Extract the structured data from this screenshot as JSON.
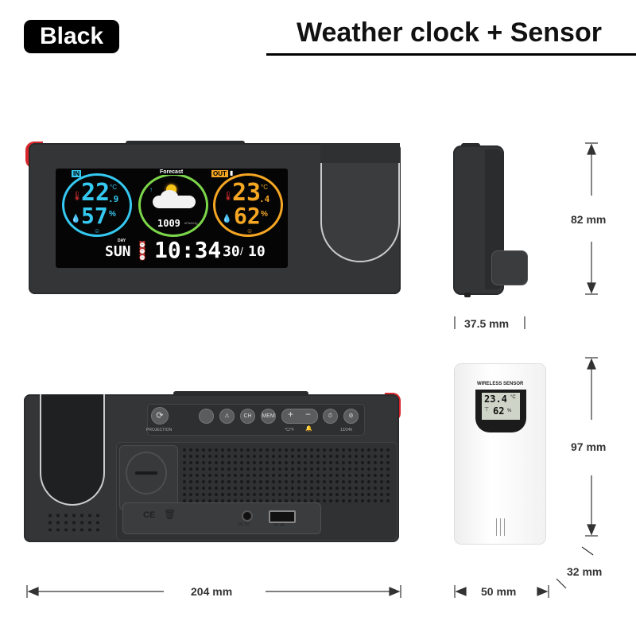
{
  "header": {
    "color_label": "Black",
    "product_title": "Weather clock + Sensor"
  },
  "display": {
    "in_label": "IN",
    "in_temp": "22",
    "in_temp_dec": ".9",
    "in_temp_unit": "°C",
    "in_hum": "57",
    "in_hum_unit": "%",
    "forecast_label": "Forecast",
    "pressure": "1009",
    "pressure_unit": "hPa/inHg",
    "out_label": "OUT",
    "out_temp": "23",
    "out_temp_dec": ".4",
    "out_temp_unit": "°C",
    "out_hum": "62",
    "out_hum_unit": "%",
    "day_label": "DAY",
    "day": "SUN",
    "time": "10:34",
    "date_day": "30",
    "date_month": "10"
  },
  "back_panel": {
    "projection_label": "PROJECTION",
    "ch_label": "CH",
    "mem_label": "MEM",
    "plus_label": "+",
    "minus_label": "−",
    "unit_label": "°C/°F",
    "mode_label": "12/24h",
    "dc_label": "DC 5V",
    "usb_label": "5V 1A"
  },
  "sensor": {
    "brand_label": "WIRELESS SENSOR",
    "temp": "23.4",
    "temp_unit": "°C",
    "hum": "62",
    "hum_unit": "%"
  },
  "dimensions": {
    "clock_height": "82 mm",
    "clock_depth": "37.5 mm",
    "clock_width": "204 mm",
    "sensor_height": "97 mm",
    "sensor_width": "50 mm",
    "sensor_depth": "32 mm"
  },
  "colors": {
    "indoor_accent": "#35c8f0",
    "forecast_accent": "#7cd64a",
    "outdoor_accent": "#f5a623",
    "body": "#333537",
    "knob": "#d8262c"
  }
}
